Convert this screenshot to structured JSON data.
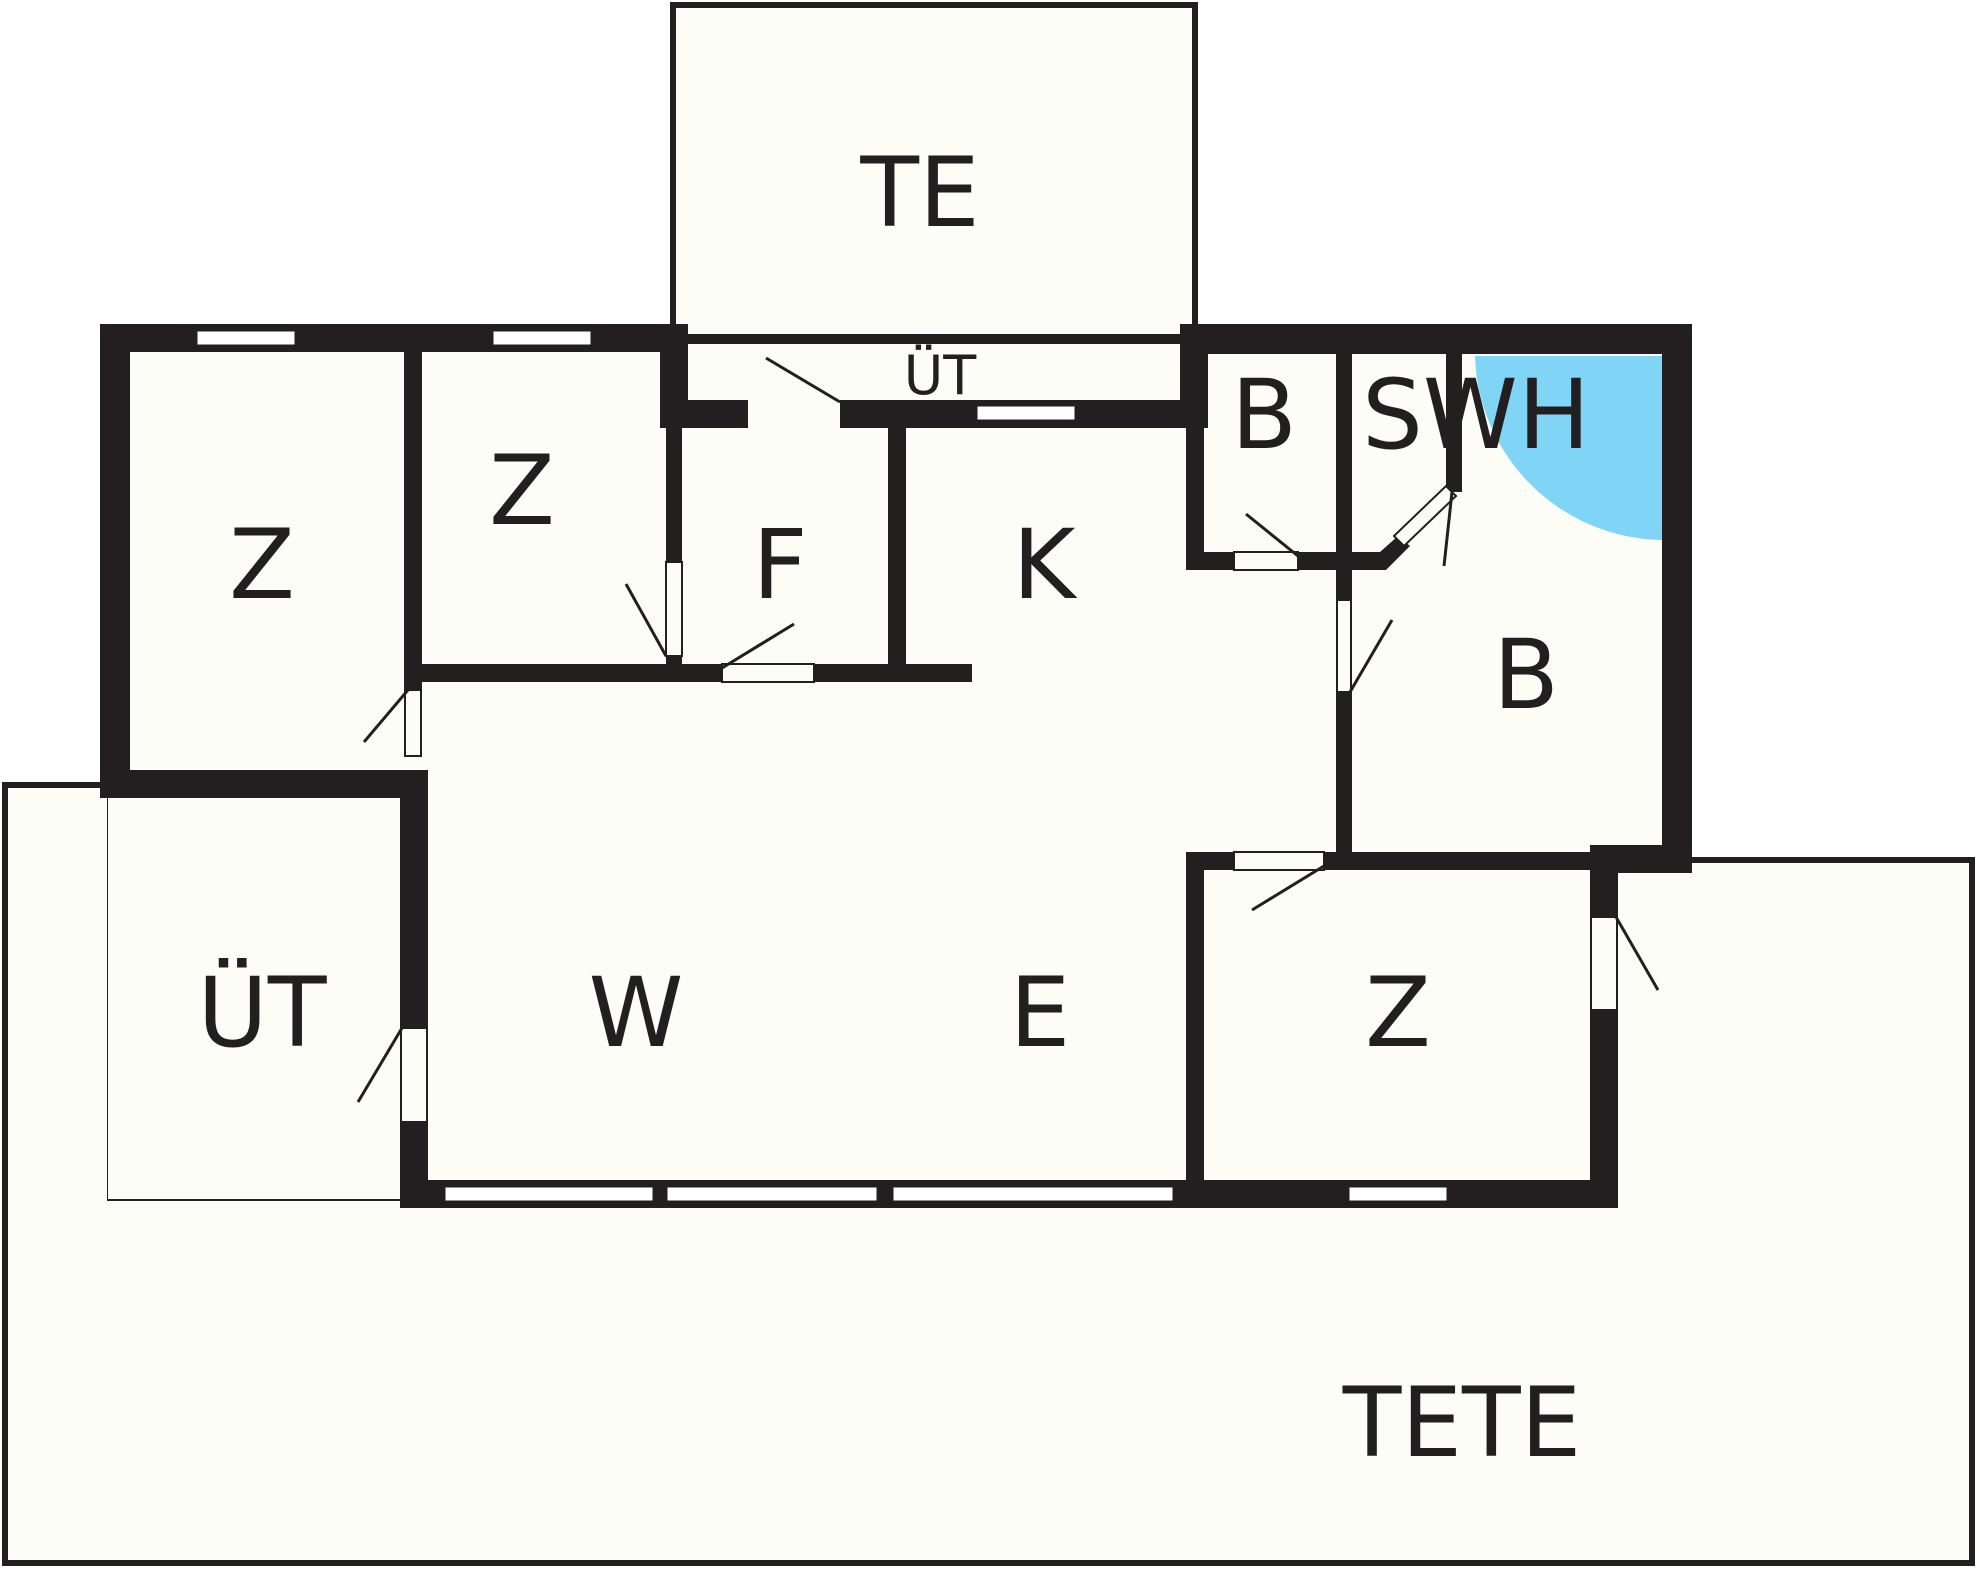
{
  "colors": {
    "wall": "#231f20",
    "floor": "#fdfdf7",
    "shower": "#80d4f5",
    "window": "#ffffff"
  },
  "rooms": {
    "terrace_top": "TE",
    "storage_top": "ÜT",
    "room_nw": "Z",
    "room_n": "Z",
    "hall": "F",
    "kitchen": "K",
    "bath_small": "B",
    "storage_sw": "SWH",
    "bath_large": "B",
    "storage_left": "ÜT",
    "living": "W",
    "dining": "E",
    "room_se": "Z",
    "terrace_bottom": "TETE"
  }
}
